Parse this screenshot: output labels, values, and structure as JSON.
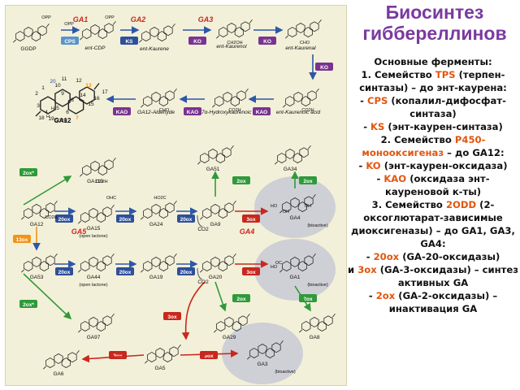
{
  "title": "Биосинтез гиббереллинов",
  "enzymes": [
    {
      "parts": [
        {
          "t": "Основные ферменты:"
        }
      ]
    },
    {
      "parts": [
        {
          "t": "1. Семейство "
        },
        {
          "t": "TPS",
          "hl": true
        },
        {
          "t": " (терпен-синтазы) – до энт-каурена:"
        }
      ]
    },
    {
      "parts": [
        {
          "t": "- "
        },
        {
          "t": "CPS",
          "hl": true
        },
        {
          "t": " (копалил-дифосфат-синтаза)"
        }
      ]
    },
    {
      "parts": [
        {
          "t": "- "
        },
        {
          "t": "KS",
          "hl": true
        },
        {
          "t": " (энт-каурен-синтаза)"
        }
      ]
    },
    {
      "parts": [
        {
          "t": "2. Семейство "
        },
        {
          "t": "P450-монооксигеназ",
          "hl": true
        },
        {
          "t": " – до GA12:"
        }
      ]
    },
    {
      "parts": [
        {
          "t": "- "
        },
        {
          "t": "KO",
          "hl": true
        },
        {
          "t": " (энт-каурен-оксидаза)"
        }
      ]
    },
    {
      "parts": [
        {
          "t": "- "
        },
        {
          "t": "KAO",
          "hl": true
        },
        {
          "t": " (оксидаза энт-кауреновой к-ты)"
        }
      ]
    },
    {
      "parts": [
        {
          "t": "3. Семейство "
        },
        {
          "t": "2ODD",
          "hl": true
        },
        {
          "t": " (2-оксоглютарат-зависимые диоксигеназы) – до GA1, GA3, GA4:"
        }
      ]
    },
    {
      "parts": [
        {
          "t": "- "
        },
        {
          "t": "20ox",
          "hl": true
        },
        {
          "t": " (GA-20-оксидазы)"
        }
      ]
    },
    {
      "parts": [
        {
          "t": "и  "
        },
        {
          "t": "3ox",
          "hl": true
        },
        {
          "t": " (GA-3-оксидазы) – синтез активных GA"
        }
      ]
    },
    {
      "parts": [
        {
          "t": "- "
        },
        {
          "t": "2ox",
          "hl": true
        },
        {
          "t": " (GA-2-оксидазы) – инактивация GA"
        }
      ]
    }
  ],
  "diagram": {
    "compounds": [
      {
        "name": "GGDP",
        "label": "GGDP"
      },
      {
        "name": "ent-cdp",
        "label": "ent-CDP"
      },
      {
        "name": "ent-kaurene",
        "label": "ent-Kaurene"
      },
      {
        "name": "ent-kaurenol",
        "label": "ent-Kaurenol"
      },
      {
        "name": "ent-kaurenal",
        "label": "ent-Kaurenal"
      },
      {
        "name": "ent-kaurenoic-acid",
        "label": "ent-Kaurenoic acid"
      },
      {
        "name": "ent-7a-hydroxykaurenoic-acid",
        "label": "ent-7α-Hydroxykaurenoic acid"
      },
      {
        "name": "ga12-aldehyde",
        "label": "GA12-Aldehyde"
      },
      {
        "name": "ga12-core",
        "label": "GA12"
      },
      {
        "name": "ga110",
        "label": "GA110"
      },
      {
        "name": "ga12",
        "label": "GA12"
      },
      {
        "name": "ga15",
        "label": "GA15"
      },
      {
        "name": "ga15-note",
        "label": "(open lactone)"
      },
      {
        "name": "ga24",
        "label": "GA24"
      },
      {
        "name": "ga9",
        "label": "GA9"
      },
      {
        "name": "ga4",
        "label": "GA4"
      },
      {
        "name": "ga4-note",
        "label": "(bioactive)"
      },
      {
        "name": "ga51",
        "label": "GA51"
      },
      {
        "name": "ga34",
        "label": "GA34"
      },
      {
        "name": "ga53",
        "label": "GA53"
      },
      {
        "name": "ga44",
        "label": "GA44"
      },
      {
        "name": "ga44-note",
        "label": "(open lactone)"
      },
      {
        "name": "ga19",
        "label": "GA19"
      },
      {
        "name": "ga20",
        "label": "GA20"
      },
      {
        "name": "ga1",
        "label": "GA1"
      },
      {
        "name": "ga1-note",
        "label": "(bioactive)"
      },
      {
        "name": "ga97",
        "label": "GA97"
      },
      {
        "name": "ga29",
        "label": "GA29"
      },
      {
        "name": "ga8",
        "label": "GA8"
      },
      {
        "name": "ga6",
        "label": "GA6"
      },
      {
        "name": "ga5",
        "label": "GA5"
      },
      {
        "name": "ga3",
        "label": "GA3"
      },
      {
        "name": "ga3-note",
        "label": "(bioactive)"
      }
    ],
    "gene_labels": [
      "GA1",
      "GA2",
      "GA3",
      "GA5",
      "GA4"
    ],
    "enzyme_badges": [
      "CPS",
      "KS",
      "KO",
      "KO",
      "KO",
      "KAO",
      "KAO",
      "KAO",
      "13ox",
      "2ox*",
      "2ox*",
      "20ox",
      "20ox",
      "20ox",
      "20ox",
      "20ox",
      "20ox",
      "3ox",
      "3ox",
      "3ox",
      "3ox",
      "3ox",
      "2ox",
      "2ox",
      "2ox",
      "2ox"
    ],
    "side_products": [
      "CO2",
      "CO2"
    ],
    "atom_numbers": [
      "1",
      "2",
      "3",
      "4",
      "5",
      "6",
      "7",
      "8",
      "9",
      "10",
      "11",
      "12",
      "13",
      "14",
      "15",
      "16",
      "17",
      "18",
      "19",
      "20"
    ],
    "groups": [
      "OPP",
      "OPP",
      "OPP",
      "CH2OH",
      "CHO",
      "CO2H",
      "CO2H",
      "CHO",
      "CO2H",
      "CO2H",
      "OH",
      "HO",
      "HO",
      "H",
      "H",
      "OHC",
      "HO2C",
      "CO2H",
      "OC",
      "OH"
    ],
    "colors": {
      "panel": "#f3f0d9",
      "title": "#7a3aa0",
      "gene_label": "#c8281e",
      "badge_blue": "#2e4f9a",
      "badge_purple": "#7a3390",
      "badge_red": "#c8281e",
      "badge_green": "#2f9a3a",
      "badge_orange": "#f29318",
      "badge_cps": "#5b93c9",
      "arrow_main": "#2d57a8",
      "arrow_inact": "#2f9a3a",
      "arrow_red": "#c8281e",
      "arrow_purple": "#7a3390",
      "bioactive_bg": "#cfcfd6",
      "highlight": "#e2550f"
    }
  }
}
